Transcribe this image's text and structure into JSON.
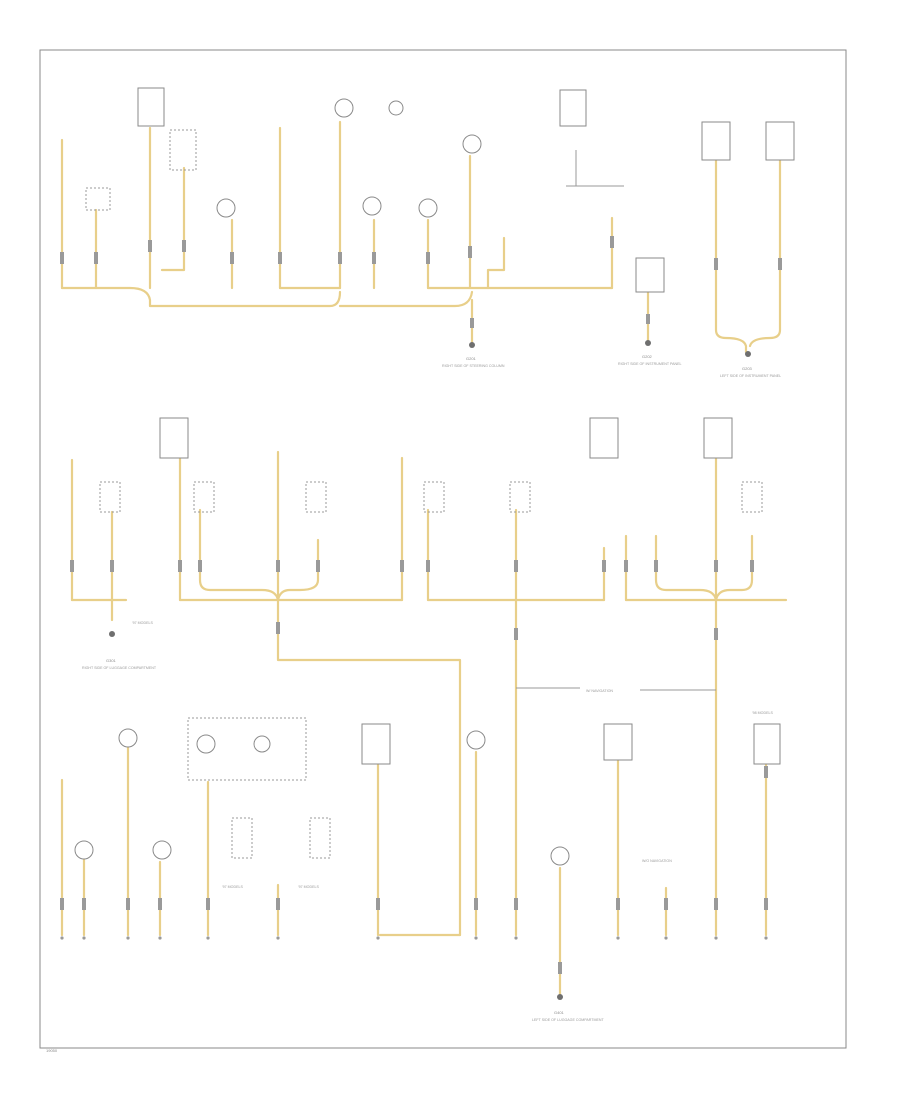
{
  "diagram": {
    "footer_code": "19050"
  },
  "ground_points": [
    {
      "id": "G201",
      "caption": "RIGHT SIDE OF STEERING COLUMN"
    },
    {
      "id": "G202",
      "caption": "RIGHT SIDE OF INSTRUMENT PANEL"
    },
    {
      "id": "G203",
      "caption": "LEFT SIDE OF INSTRUMENT PANEL"
    },
    {
      "id": "G301",
      "caption": "RIGHT SIDE OF LUGGAGE COMPARTMENT"
    },
    {
      "id": "G401",
      "caption": "LEFT SIDE OF LUGGAGE COMPARTMENT"
    }
  ],
  "labels": {
    "sec2_tag_left": "'97 MODELS",
    "sec3_tag_mid": "'97 MODELS",
    "sec3_tag_right": "'97 MODELS",
    "sec3_nav_tag": "W/ NAVIGATION",
    "sec3_tag_bottom_right": "'98 MODELS",
    "sec3_tag_bottom_mid": "W/O NAVIGATION"
  }
}
